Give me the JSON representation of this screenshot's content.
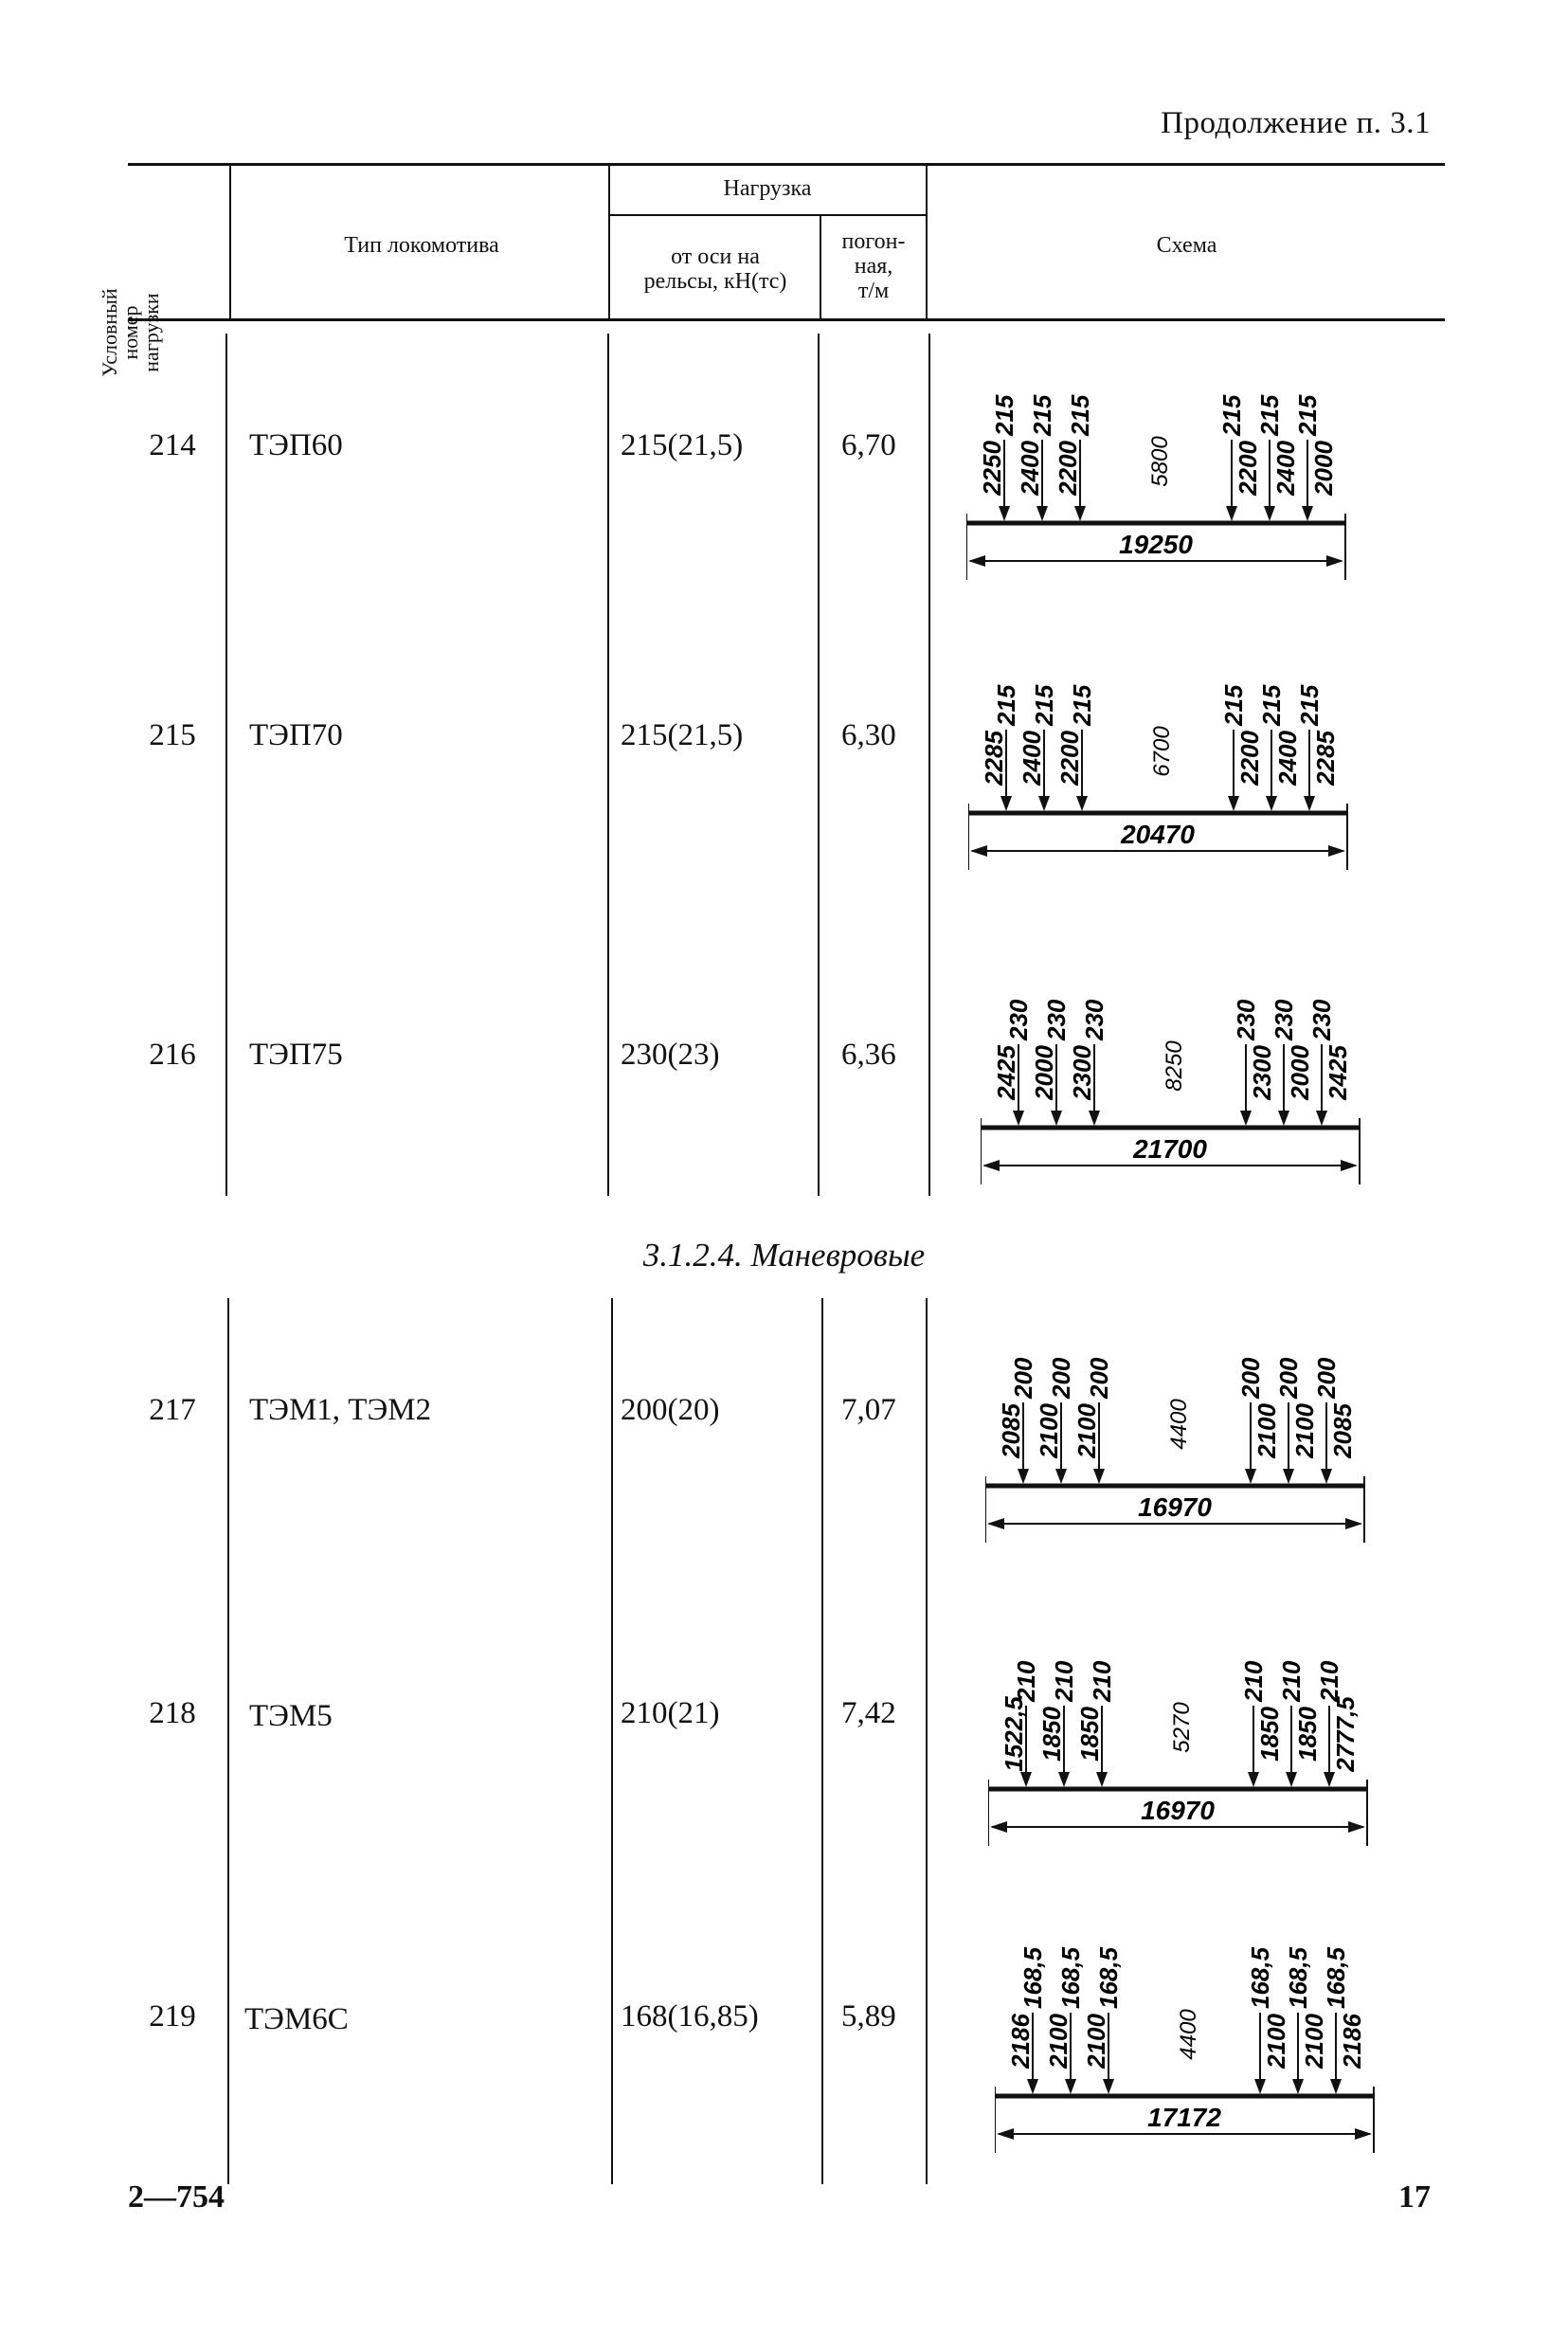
{
  "continuation": "Продолжение п. 3.1",
  "header": {
    "cond_number": [
      "Условный",
      "номер",
      "нагрузки"
    ],
    "loco_type": "Тип локомотива",
    "load": "Нагрузка",
    "axle_load": [
      "от оси на",
      "рельсы, кН(тс)"
    ],
    "linear_load": [
      "погон-",
      "ная,",
      "т/м"
    ],
    "scheme": "Схема"
  },
  "section_title": "3.1.2.4. Маневровые",
  "rows": [
    {
      "number": "214",
      "type": "ТЭП60",
      "axle_load": "215(21,5)",
      "linear": "6,70",
      "scheme": {
        "loads": [
          "215",
          "215",
          "215",
          "215",
          "215",
          "215"
        ],
        "spans": [
          "2250",
          "2400",
          "2200",
          "5800",
          "2200",
          "2400",
          "2000"
        ],
        "total": "19250"
      }
    },
    {
      "number": "215",
      "type": "ТЭП70",
      "axle_load": "215(21,5)",
      "linear": "6,30",
      "scheme": {
        "loads": [
          "215",
          "215",
          "215",
          "215",
          "215",
          "215"
        ],
        "spans": [
          "2285",
          "2400",
          "2200",
          "6700",
          "2200",
          "2400",
          "2285"
        ],
        "total": "20470"
      }
    },
    {
      "number": "216",
      "type": "ТЭП75",
      "axle_load": "230(23)",
      "linear": "6,36",
      "scheme": {
        "loads": [
          "230",
          "230",
          "230",
          "230",
          "230",
          "230"
        ],
        "spans": [
          "2425",
          "2000",
          "2300",
          "8250",
          "2300",
          "2000",
          "2425"
        ],
        "total": "21700"
      }
    },
    {
      "number": "217",
      "type": "ТЭМ1, ТЭМ2",
      "axle_load": "200(20)",
      "linear": "7,07",
      "scheme": {
        "loads": [
          "200",
          "200",
          "200",
          "200",
          "200",
          "200"
        ],
        "spans": [
          "2085",
          "2100",
          "2100",
          "4400",
          "2100",
          "2100",
          "2085"
        ],
        "total": "16970"
      }
    },
    {
      "number": "218",
      "type": "ТЭМ5",
      "axle_load": "210(21)",
      "linear": "7,42",
      "scheme": {
        "loads": [
          "210",
          "210",
          "210",
          "210",
          "210",
          "210"
        ],
        "spans": [
          "1522,5",
          "1850",
          "1850",
          "5270",
          "1850",
          "1850",
          "2777,5"
        ],
        "total": "16970"
      }
    },
    {
      "number": "219",
      "type": "ТЭМ6С",
      "axle_load": "168(16,85)",
      "linear": "5,89",
      "scheme": {
        "loads": [
          "168,5",
          "168,5",
          "168,5",
          "168,5",
          "168,5",
          "168,5"
        ],
        "spans": [
          "2186",
          "2100",
          "2100",
          "4400",
          "2100",
          "2100",
          "2186"
        ],
        "total": "17172"
      }
    }
  ],
  "footer": {
    "left": "2—754",
    "right": "17"
  }
}
